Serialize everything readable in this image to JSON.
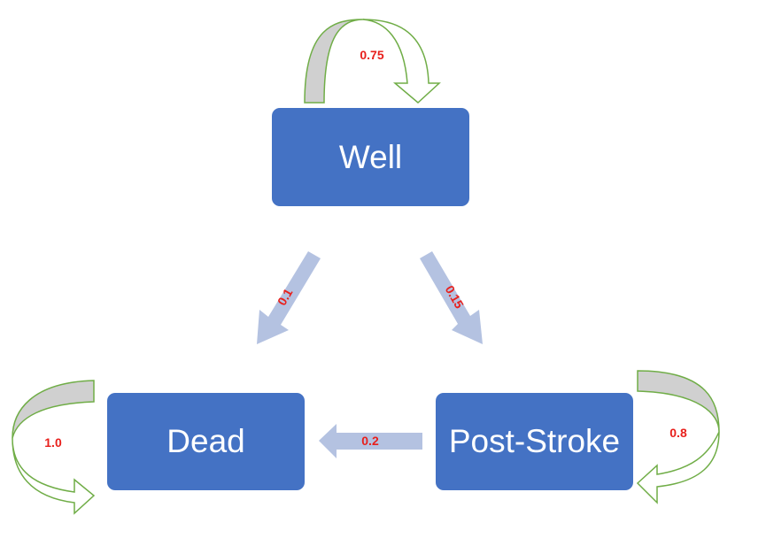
{
  "states": {
    "well": "Well",
    "dead": "Dead",
    "post_stroke": "Post-Stroke"
  },
  "transitions": {
    "well_to_well": "0.75",
    "well_to_dead": "0.1",
    "well_to_post_stroke": "0.15",
    "post_stroke_to_dead": "0.2",
    "post_stroke_to_post_stroke": "0.8",
    "dead_to_dead": "1.0"
  },
  "colors": {
    "state_fill": "#4472c4",
    "state_text": "#ffffff",
    "transition_arrow": "#b4c2e1",
    "self_loop_outline": "#70ad47",
    "self_loop_fill": "#d0d0d0",
    "probability_text": "#e8201c"
  }
}
